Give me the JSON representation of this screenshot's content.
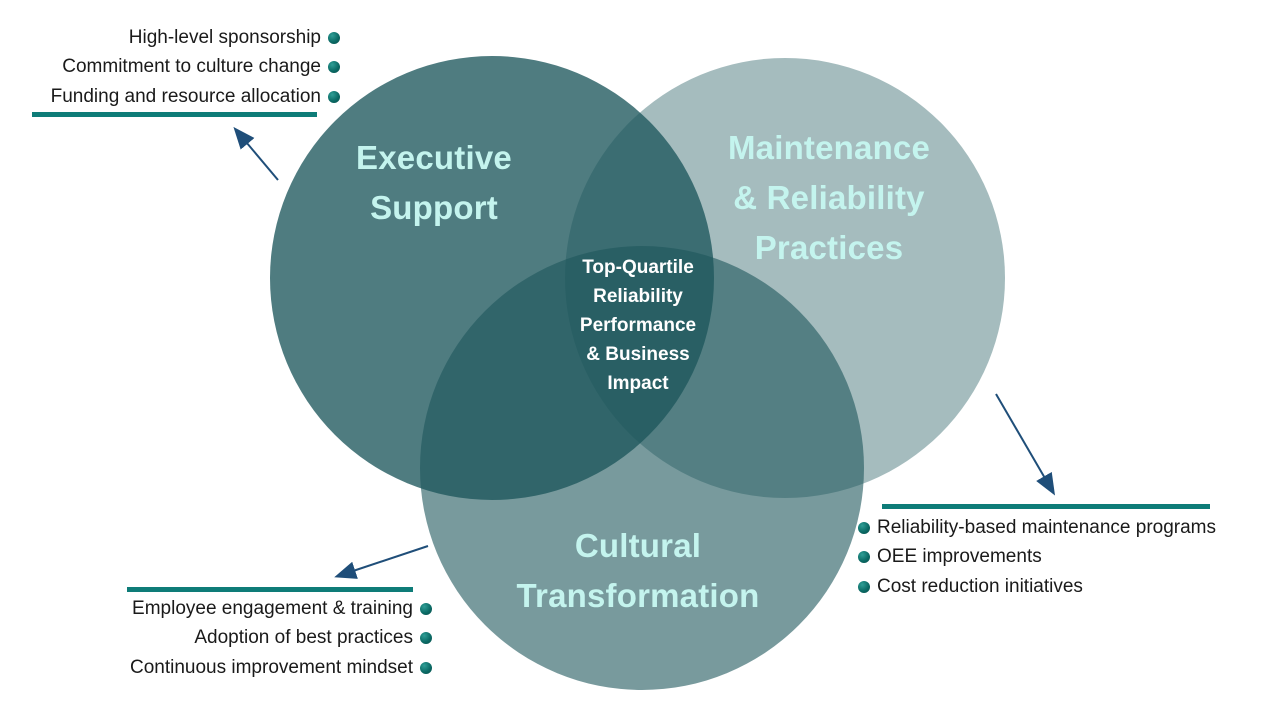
{
  "venn": {
    "center_label": "Top-Quartile\nReliability\nPerformance\n& Business\nImpact",
    "circles": [
      {
        "name": "Executive Support",
        "label": "Executive\nSupport"
      },
      {
        "name": "Maintenance & Reliability Practices",
        "label": "Maintenance\n& Reliability\nPractices"
      },
      {
        "name": "Cultural Transformation",
        "label": "Cultural\nTransformation"
      }
    ]
  },
  "callouts": {
    "executive_support": {
      "items": [
        "High-level sponsorship",
        "Commitment to culture change",
        "Funding and resource allocation"
      ]
    },
    "maintenance_reliability": {
      "items": [
        "Reliability-based maintenance programs",
        "OEE improvements",
        "Cost reduction initiatives"
      ]
    },
    "cultural_transformation": {
      "items": [
        "Employee engagement & training",
        "Adoption of best practices",
        "Continuous improvement mindset"
      ]
    }
  },
  "colors": {
    "circle_fill": "#1E575C",
    "accent_line": "#0E7C78",
    "arrow": "#1F4E79",
    "title_text": "#C4F4EE",
    "center_text": "#FFFFFF",
    "bullet": "#0B6B66"
  }
}
